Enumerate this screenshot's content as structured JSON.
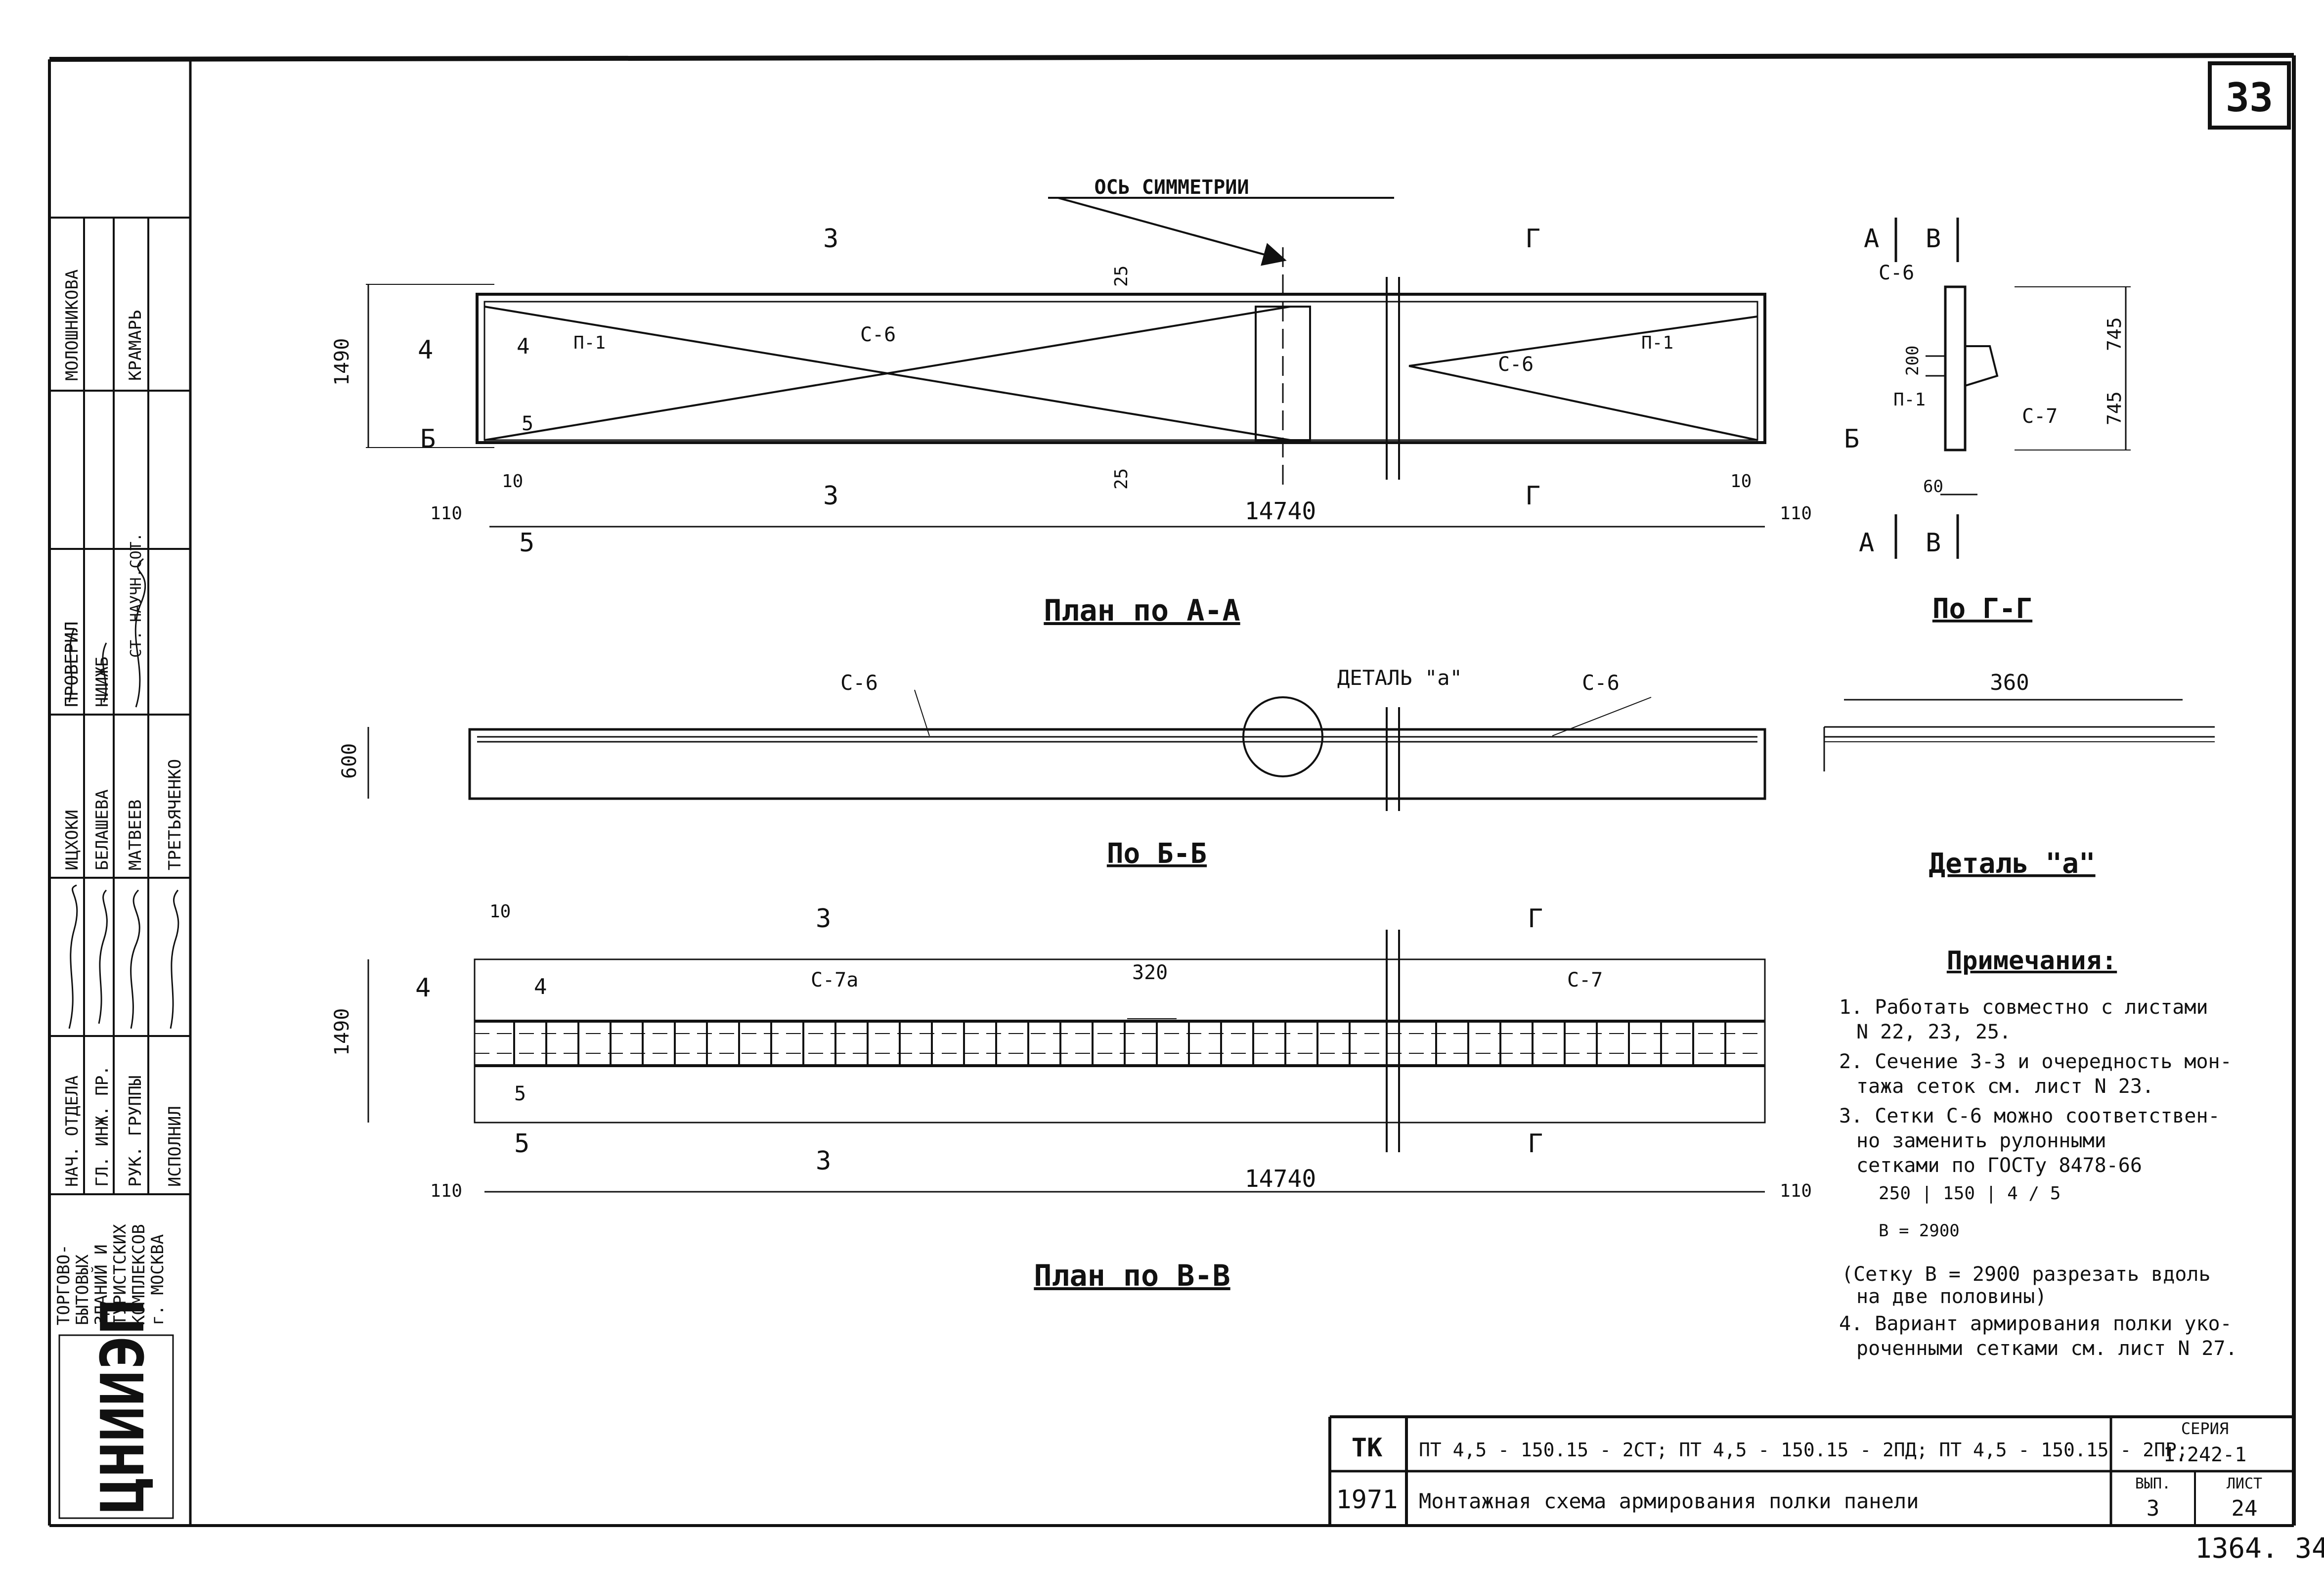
{
  "sheet": {
    "number": "33",
    "bottom_note": "1364. 34"
  },
  "side_stamp": {
    "org_lines": [
      "ТОРГОВО-",
      "БЫТОВЫХ",
      "ЗДАНИЙ И",
      "ТУРИСТСКИХ",
      "КОМПЛЕКСОВ",
      "г. МОСКВА"
    ],
    "logo": "ЦНИИЭП",
    "roles": [
      "НАЧ. ОТДЕЛА",
      "ГЛ. ИНЖ. ПР.",
      "РУК. ГРУППЫ",
      "ИСПОЛНИЛ"
    ],
    "names_col1": [
      "ИЦХОКИ",
      "БЕЛАШЕВА",
      "МАТВЕЕВ",
      "ТРЕТЬЯЧЕНКО"
    ],
    "proveril": "ПРОВЕРИЛ",
    "niizhb": "НИИЖБ",
    "st_nauch": "СТ. НАУЧН.СОТ.",
    "kramar": "КРАМАРЬ",
    "moloshnikova": "МОЛОШНИКОВА"
  },
  "plan_aa": {
    "title": "План по А-А",
    "axis_label": "ОСЬ СИММЕТРИИ",
    "height": "1490",
    "length": "14740",
    "dim_25_top": "25",
    "dim_25_bot": "25",
    "dim_10_left": "10",
    "dim_10_right": "10",
    "dim_110_left": "110",
    "dim_110_right": "110",
    "mesh_left": "С-6",
    "mesh_right": "С-6",
    "p1_left": "П-1",
    "p1_right": "П-1",
    "sec_3": "3",
    "sec_g": "Г",
    "sec_4": "4",
    "sec_b": "Б",
    "sec_5": "5"
  },
  "section_gg": {
    "title": "По Г-Г",
    "a": "А",
    "v": "В",
    "c6": "С-6",
    "c7": "С-7",
    "p1": "П-1",
    "b": "Б",
    "d200": "200",
    "d745a": "745",
    "d745b": "745",
    "d60": "60"
  },
  "plan_bb": {
    "title": "По Б-Б",
    "height": "600",
    "mesh_left": "С-6",
    "mesh_right": "С-6",
    "detail_ref": "ДЕТАЛЬ \"а\""
  },
  "detail_a": {
    "title": "Деталь \"а\"",
    "width": "360"
  },
  "plan_vv": {
    "title": "План по В-В",
    "height": "1490",
    "length": "14740",
    "mesh_left": "С-7а",
    "mesh_right": "С-7",
    "step": "320",
    "dim_10": "10",
    "dim_110_left": "110",
    "dim_110_right": "110",
    "sec_4": "4",
    "sec_3": "3",
    "sec_g": "Г",
    "sec_5": "5"
  },
  "notes": {
    "title": "Примечания:",
    "items": [
      "1. Работать совместно с листами",
      "N 22, 23, 25.",
      "2. Сечение 3-3 и очередность мон-",
      "тажа сеток см. лист N 23.",
      "3. Сетки С-6 можно соответствен-",
      "но заменить рулонными",
      "сетками по ГОСТу 8478-66",
      "250 | 150 | 4 / 5",
      "B = 2900",
      "(Сетку B = 2900 разрезать вдоль",
      "на две половины)",
      "4. Вариант армирования полки уко-",
      "роченными сетками см. лист N 27."
    ]
  },
  "title_block": {
    "tk": "ТК",
    "year": "1971",
    "marks": "ПТ 4,5 - 150.15 - 2СТ; ПТ 4,5 - 150.15 - 2ПД; ПТ 4,5 - 150.15 - 2ПР;",
    "name": "Монтажная схема армирования полки панели",
    "series_label": "СЕРИЯ",
    "series": "1.242-1",
    "vyp_label": "ВЫП.",
    "vyp": "3",
    "list_label": "ЛИСТ",
    "list": "24"
  }
}
